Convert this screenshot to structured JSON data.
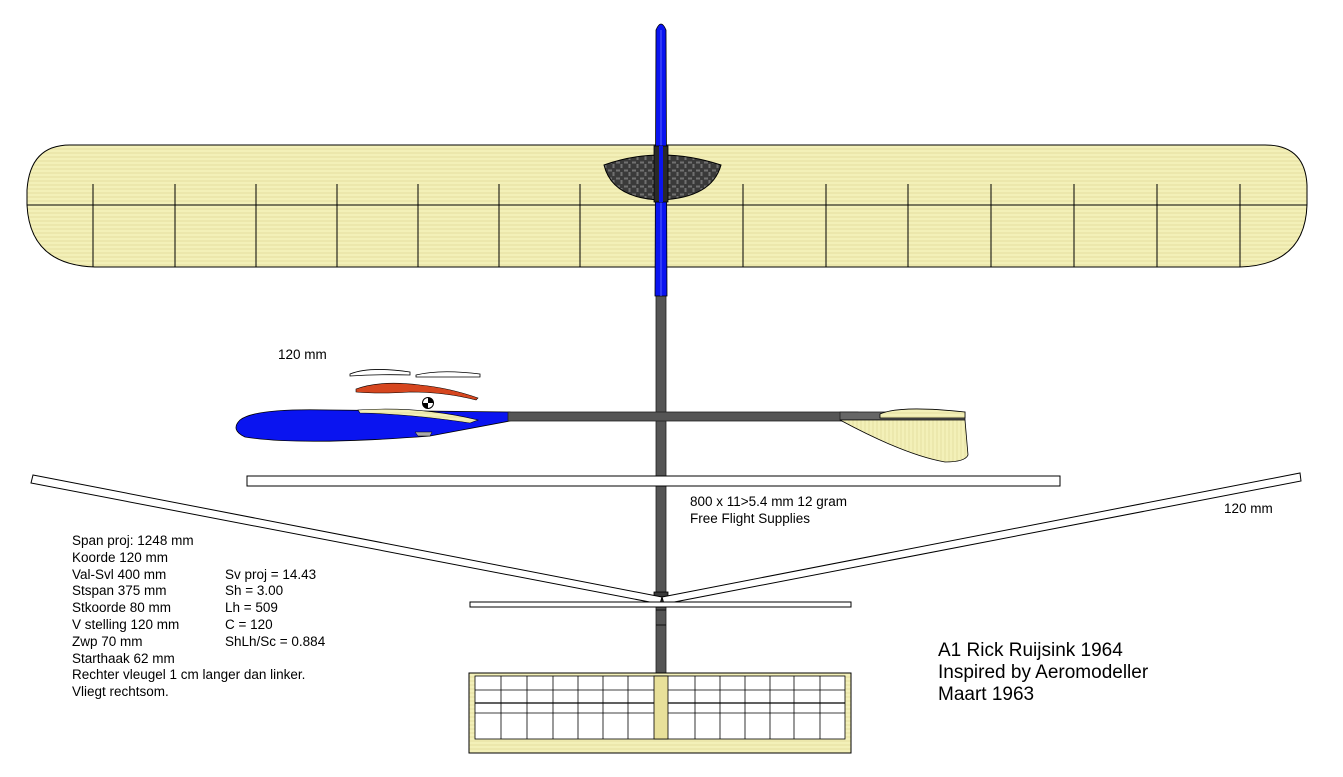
{
  "title_block": {
    "line1": "A1 Rick Ruijsink 1964",
    "line2": "Inspired by Aeromodeller",
    "line3": "Maart 1963"
  },
  "labels": {
    "side_view_chord": "120 mm",
    "dihedral_chord": "120 mm",
    "spar_line1": "800 x 11>5.4 mm 12 gram",
    "spar_line2": "Free Flight Supplies"
  },
  "specs": [
    {
      "left": "Span proj: 1248 mm",
      "right": ""
    },
    {
      "left": "Koorde 120 mm",
      "right": ""
    },
    {
      "left": "Val-Svl 400 mm",
      "right": "Sv proj = 14.43"
    },
    {
      "left": "Stspan 375 mm",
      "right": "Sh = 3.00"
    },
    {
      "left": "Stkoorde 80 mm",
      "right": "Lh = 509"
    },
    {
      "left": "V stelling 120 mm",
      "right": "C = 120"
    },
    {
      "left": "Zwp 70 mm",
      "right": "ShLh/Sc = 0.884"
    },
    {
      "left": "Starthaak 62 mm",
      "right": ""
    }
  ],
  "notes": {
    "note1": "Rechter vleugel 1 cm langer dan linker.",
    "note2": "Vliegt rechtsom."
  },
  "colors": {
    "balsa": "#f3f0b8",
    "balsa_grain": "#dcd48a",
    "boom_blue": "#0a14f0",
    "boom_grey": "#555555",
    "nose_red": "#d6461f",
    "outline": "#000000"
  }
}
